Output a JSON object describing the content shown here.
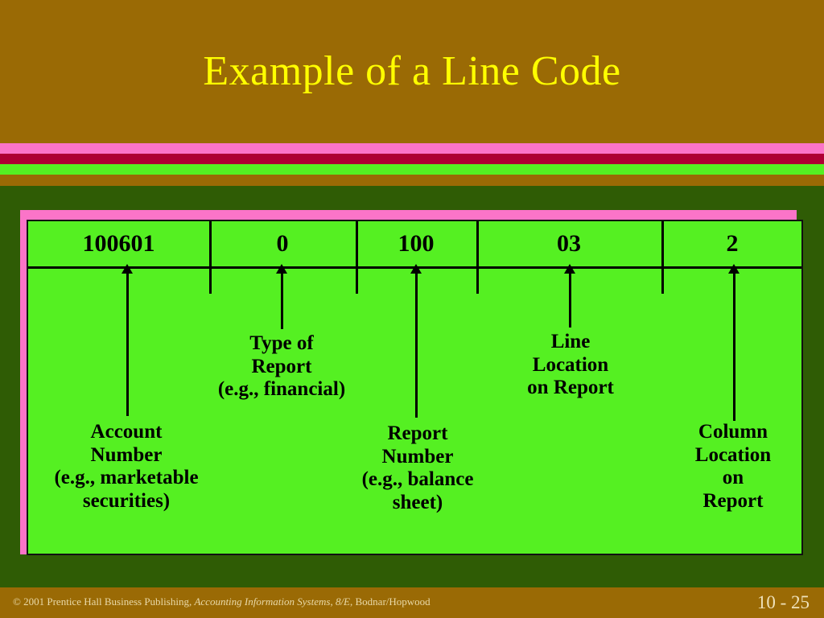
{
  "slide": {
    "title": "Example of a Line Code",
    "colors": {
      "header_brown": "#9a6a05",
      "body_green": "#2f5c05",
      "panel_green": "#55f022",
      "frame_pink": "#fb74c8",
      "band_crimson": "#ae0033",
      "title_yellow": "#ffff00",
      "footer_text": "#e9d9a8"
    }
  },
  "bands": [
    {
      "name": "pink-band",
      "color": "#fb74c8"
    },
    {
      "name": "crimson-band",
      "color": "#ae0033"
    },
    {
      "name": "green-band",
      "color": "#55f022"
    },
    {
      "name": "brown-band",
      "color": "#9a6a05"
    }
  ],
  "diagram": {
    "code_segments": [
      {
        "value": "100601",
        "label": "Account\nNumber\n(e.g., marketable\nsecurities)"
      },
      {
        "value": "0",
        "label": "Type of\nReport\n(e.g., financial)"
      },
      {
        "value": "100",
        "label": "Report\nNumber\n(e.g., balance\nsheet)"
      },
      {
        "value": "03",
        "label": "Line\nLocation\non Report"
      },
      {
        "value": "2",
        "label": "Column\nLocation\non\nReport"
      }
    ]
  },
  "footer": {
    "credit_prefix": "© 2001 Prentice Hall Business Publishing, ",
    "credit_italic": "Accounting Information Systems, 8/E",
    "credit_suffix": ", Bodnar/Hopwood",
    "page_number": "10 - 25"
  }
}
